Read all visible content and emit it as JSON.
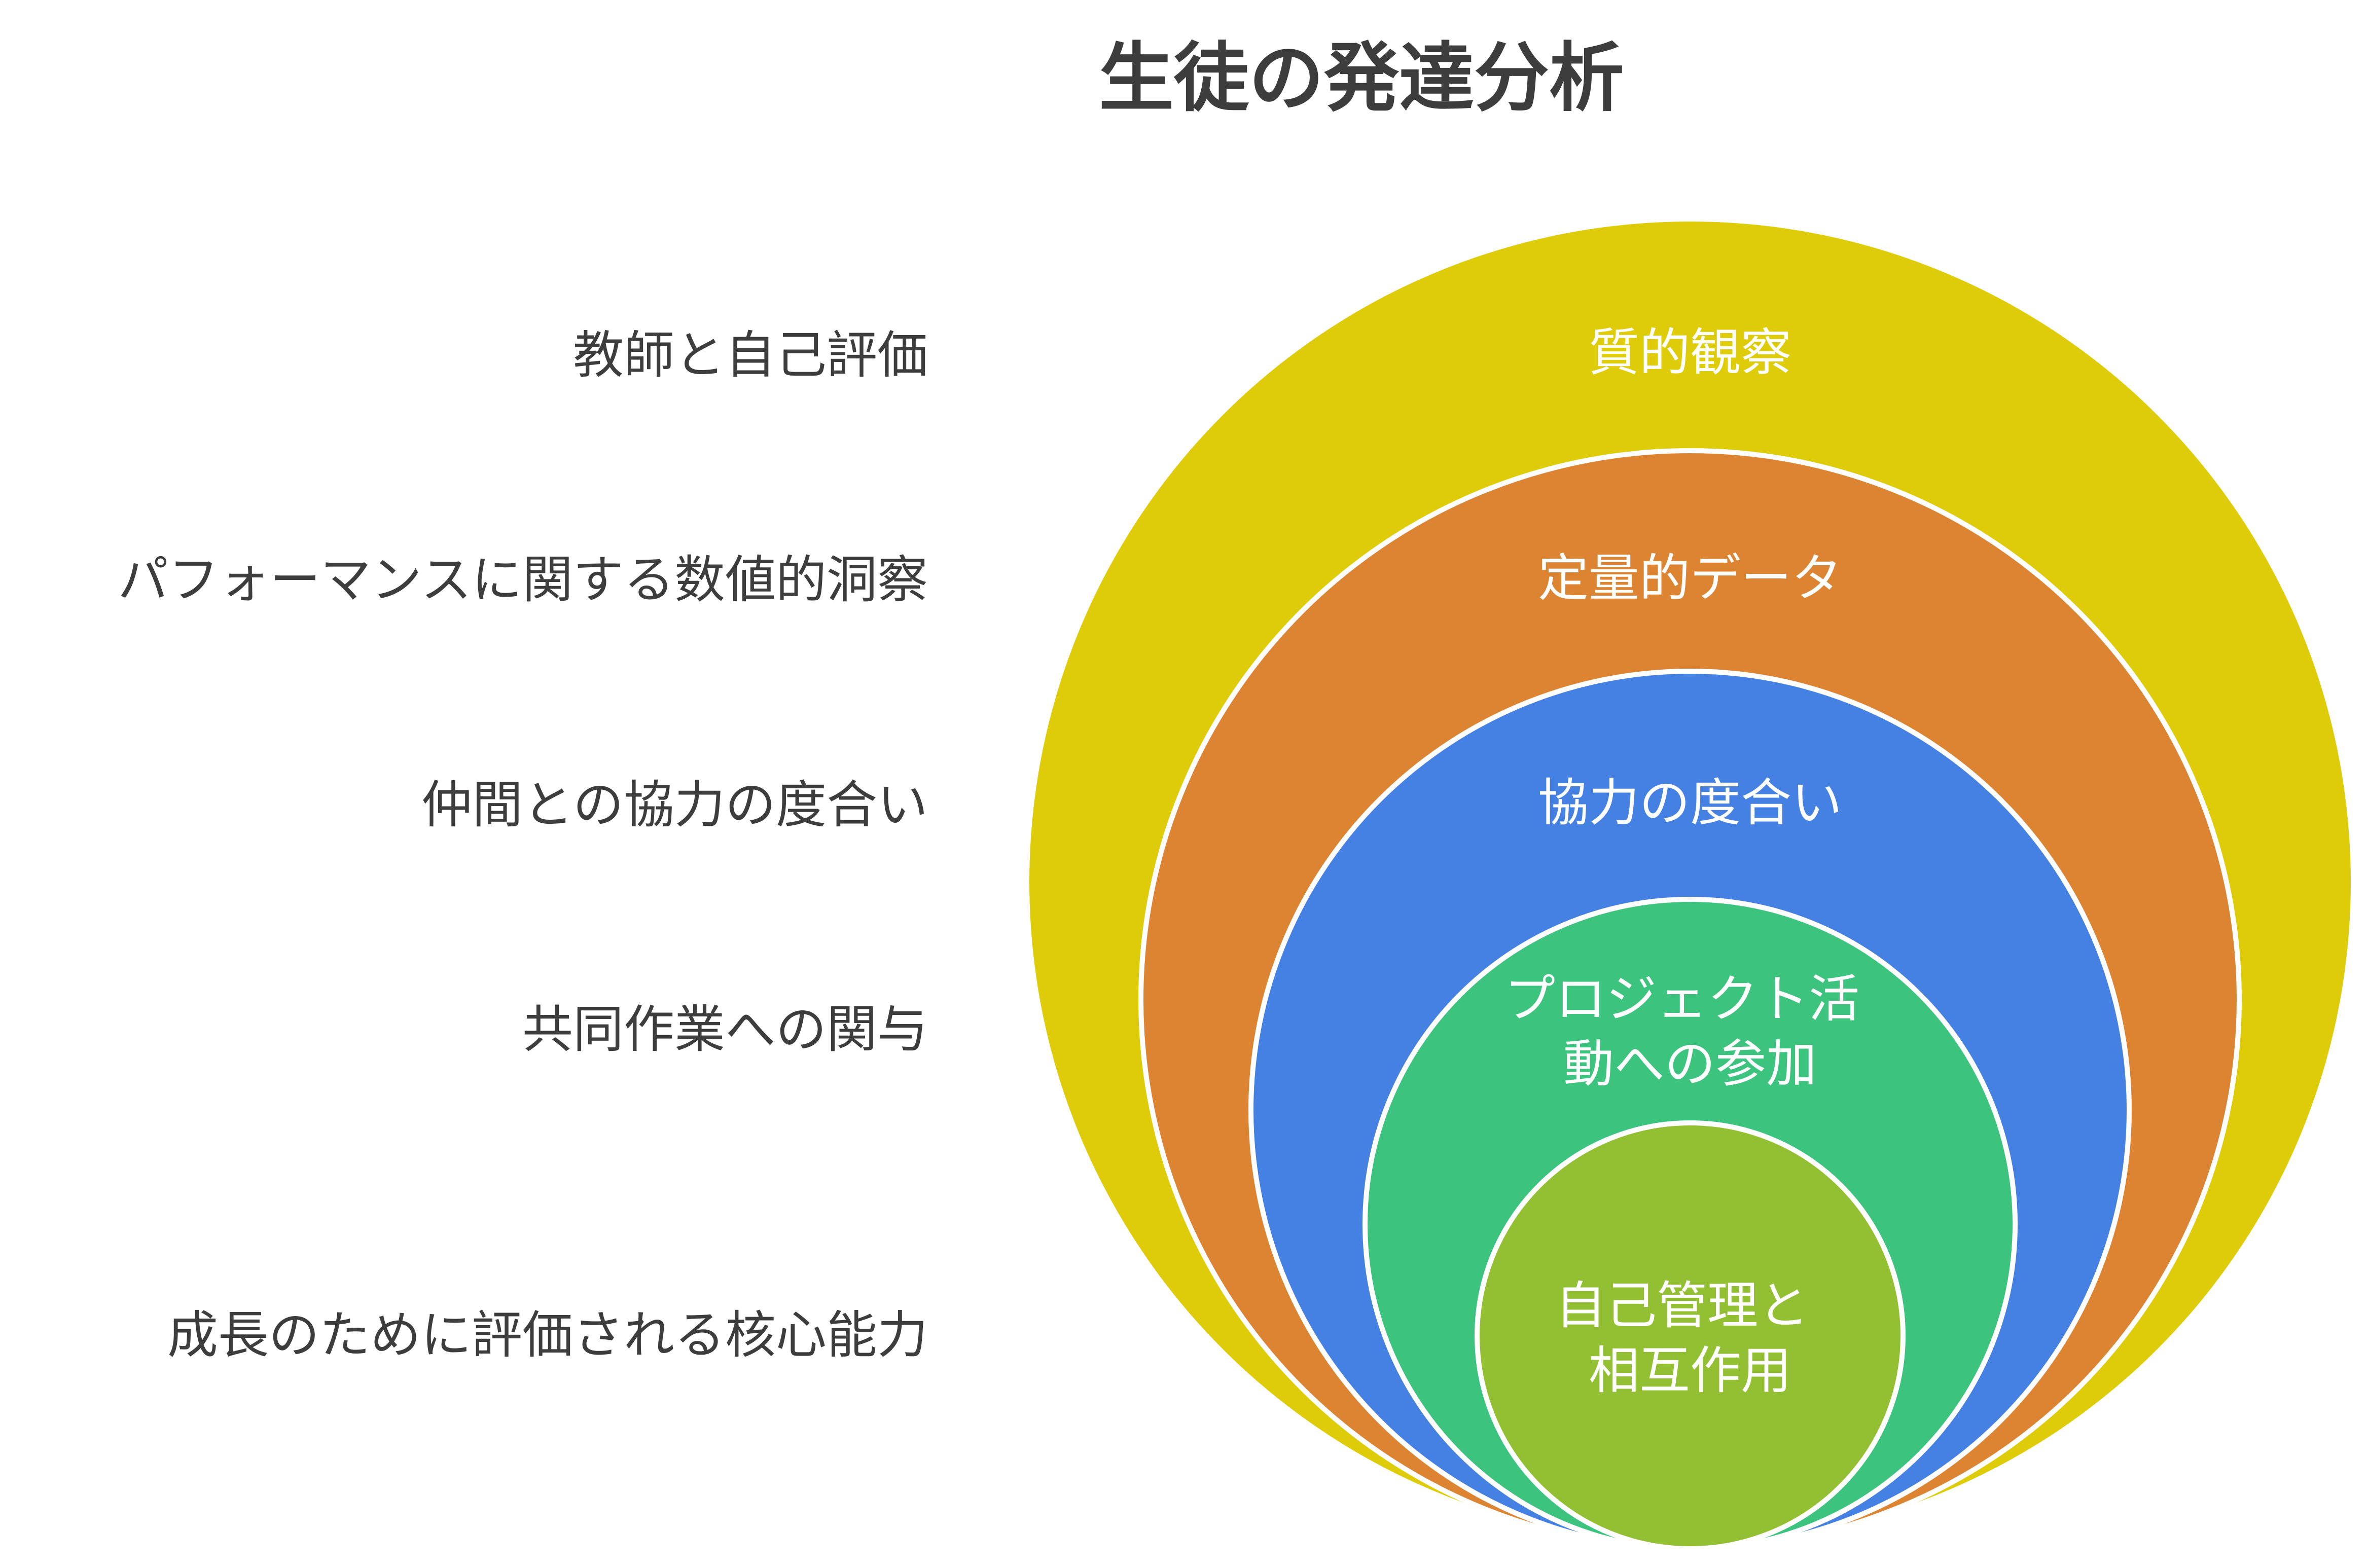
{
  "title": "生徒の発達分析",
  "colors": {
    "text_dark": "#3d3d3d",
    "ring_text": "#ffffff",
    "ring_1": "#dfcc09",
    "ring_2": "#dc8432",
    "ring_3": "#4580e3",
    "ring_4": "#3cc47e",
    "ring_5": "#93c032"
  },
  "layers": [
    {
      "id": "qualitative",
      "ring_label": [
        "質的観察"
      ],
      "side_label": "教師と自己評価",
      "color": "#dfcc09"
    },
    {
      "id": "quantitative",
      "ring_label": [
        "定量的データ"
      ],
      "side_label": "パフォーマンスに関する数値的洞察",
      "color": "#dc8432"
    },
    {
      "id": "collaboration",
      "ring_label": [
        "協力の度合い"
      ],
      "side_label": "仲間との協力の度合い",
      "color": "#4580e3"
    },
    {
      "id": "project",
      "ring_label": [
        "プロジェクト活",
        "動への参加"
      ],
      "side_label": "共同作業への関与",
      "color": "#3cc47e"
    },
    {
      "id": "core",
      "ring_label": [
        "自己管理と",
        "相互作用"
      ],
      "side_label": "成長のために評価される核心能力",
      "color": "#93c032"
    }
  ]
}
